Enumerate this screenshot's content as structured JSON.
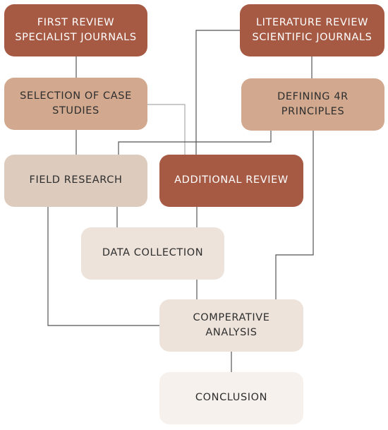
{
  "colors": {
    "dark": "#a65a44",
    "mid": "#d2a98e",
    "light": "#ddcbbd",
    "pale": "#ede3da",
    "paler": "#f6f1ec",
    "connector": "#555555",
    "connector_light": "#aaaaaa"
  },
  "nodes": {
    "first_review": "FIRST REVIEW\nSPECIALIST JOURNALS",
    "literature_review": "LITERATURE REVIEW\nSCIENTIFIC JOURNALS",
    "selection": "SELECTION OF CASE\nSTUDIES",
    "defining": "DEFINING 4R\nPRINCIPLES",
    "field_research": "FIELD RESEARCH",
    "additional_review": "ADDITIONAL REVIEW",
    "data_collection": "DATA COLLECTION",
    "comparative": "COMPERATIVE\nANALYSIS",
    "conclusion": "CONCLUSION"
  }
}
